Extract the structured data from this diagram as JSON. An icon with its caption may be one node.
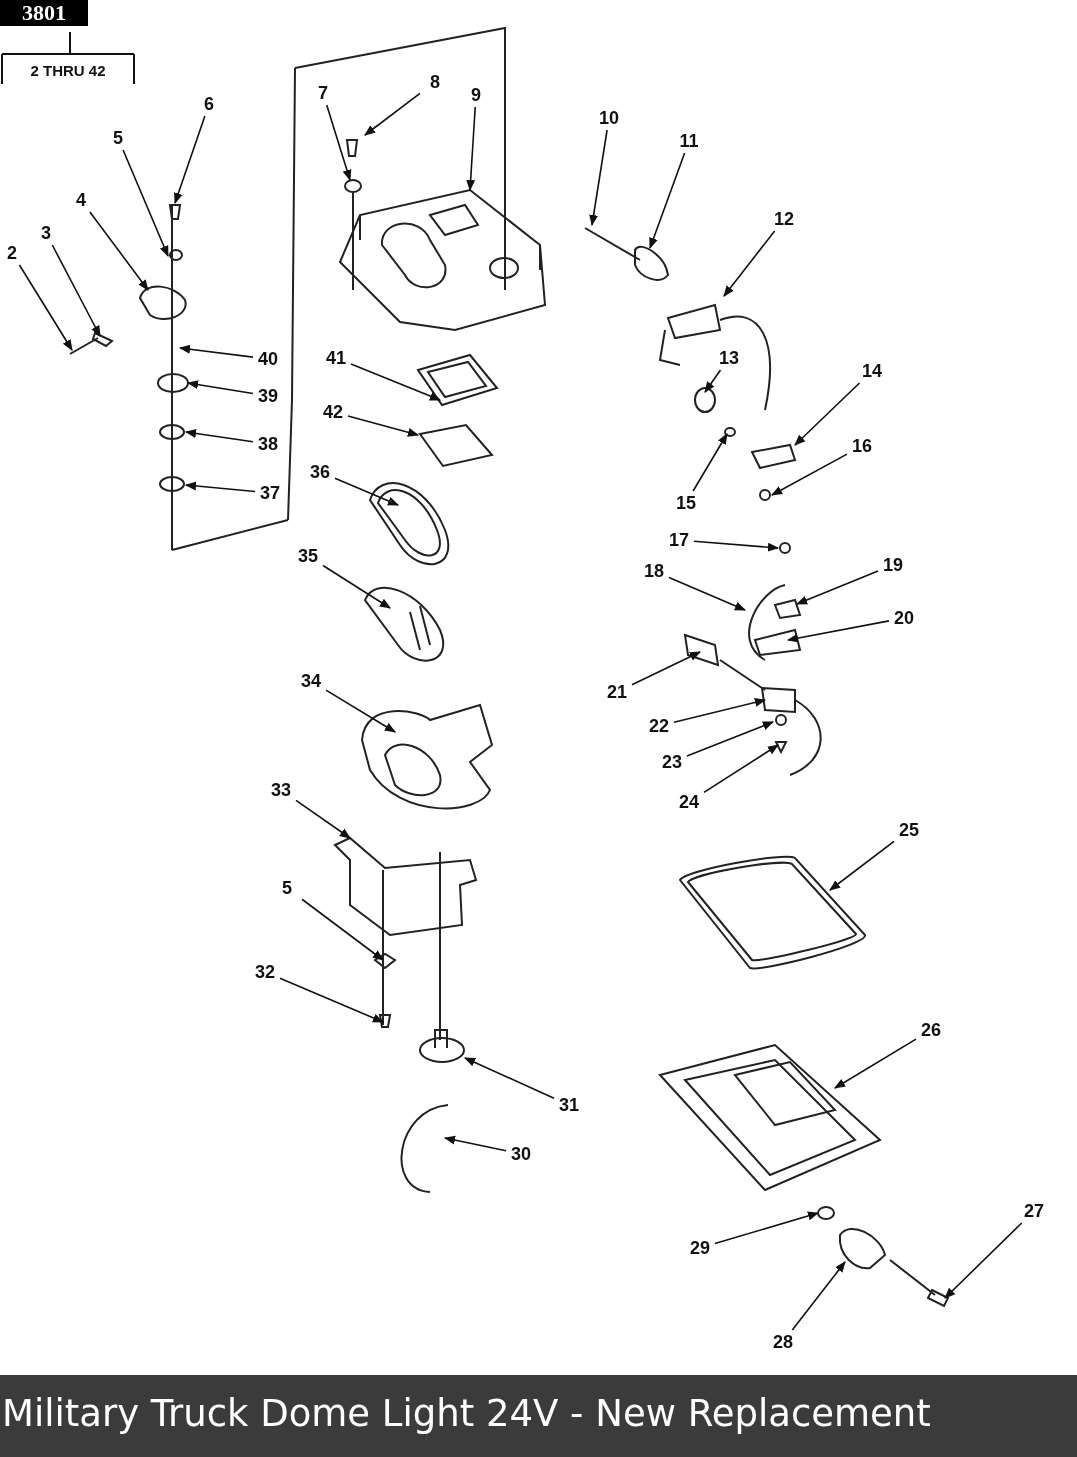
{
  "diagram": {
    "caption": "Military Truck Dome Light 24V - New Replacement",
    "nodes": [
      {
        "text": [
          "2"
        ]
      },
      {
        "text": [
          "3"
        ]
      },
      {
        "text": [
          "4"
        ]
      },
      {
        "text": [
          "5"
        ]
      },
      {
        "text": [
          "6"
        ]
      },
      {
        "text": [
          "7"
        ]
      },
      {
        "text": [
          "8"
        ]
      },
      {
        "text": [
          "9"
        ]
      },
      {
        "text": [
          "10"
        ]
      },
      {
        "text": [
          "11"
        ]
      },
      {
        "text": [
          "12"
        ]
      },
      {
        "text": [
          "13"
        ]
      },
      {
        "text": [
          "14"
        ]
      },
      {
        "text": [
          "15"
        ]
      },
      {
        "text": [
          "16"
        ]
      },
      {
        "text": [
          "17"
        ]
      },
      {
        "text": [
          "18"
        ]
      },
      {
        "text": [
          "19"
        ]
      },
      {
        "text": [
          "20"
        ]
      },
      {
        "text": [
          "21"
        ]
      },
      {
        "text": [
          "22"
        ]
      },
      {
        "text": [
          "23"
        ]
      },
      {
        "text": [
          "24"
        ]
      },
      {
        "text": [
          "25"
        ]
      },
      {
        "text": [
          "26"
        ]
      },
      {
        "text": [
          "27"
        ]
      },
      {
        "text": [
          "28"
        ]
      },
      {
        "text": [
          "29"
        ]
      },
      {
        "text": [
          "30"
        ]
      },
      {
        "text": [
          "31"
        ]
      },
      {
        "text": [
          "32"
        ]
      },
      {
        "text": [
          "33"
        ]
      },
      {
        "text": [
          "34"
        ]
      },
      {
        "text": [
          "35"
        ]
      },
      {
        "text": [
          "36"
        ]
      },
      {
        "text": [
          "37"
        ]
      },
      {
        "text": [
          "38"
        ]
      },
      {
        "text": [
          "39"
        ]
      },
      {
        "text": [
          "40"
        ]
      },
      {
        "text": [
          "41"
        ]
      },
      {
        "text": [
          "42"
        ]
      },
      {
        "text": [
          "5"
        ]
      }
    ],
    "edges": [
      {
        "from": 0,
        "to": null,
        "arrow": "to"
      },
      {
        "from": 1,
        "to": null,
        "arrow": "to"
      },
      {
        "from": 2,
        "to": null,
        "arrow": "to"
      },
      {
        "from": 3,
        "to": null,
        "arrow": "to"
      },
      {
        "from": 4,
        "to": null,
        "arrow": "to"
      },
      {
        "from": 5,
        "to": null,
        "arrow": "to"
      },
      {
        "from": 6,
        "to": null,
        "arrow": "to"
      },
      {
        "from": 7,
        "to": null,
        "arrow": "to"
      },
      {
        "from": 8,
        "to": null,
        "arrow": "to"
      },
      {
        "from": 9,
        "to": null,
        "arrow": "to"
      },
      {
        "from": 10,
        "to": null,
        "arrow": "to"
      },
      {
        "from": 11,
        "to": null,
        "arrow": "to"
      },
      {
        "from": 12,
        "to": null,
        "arrow": "to"
      },
      {
        "from": 13,
        "to": null,
        "arrow": "to"
      },
      {
        "from": 14,
        "to": null,
        "arrow": "to"
      },
      {
        "from": 15,
        "to": null,
        "arrow": "to"
      },
      {
        "from": 16,
        "to": null,
        "arrow": "to"
      },
      {
        "from": 17,
        "to": null,
        "arrow": "to"
      },
      {
        "from": 18,
        "to": null,
        "arrow": "to"
      },
      {
        "from": 19,
        "to": null,
        "arrow": "to"
      },
      {
        "from": 20,
        "to": null,
        "arrow": "to"
      },
      {
        "from": 21,
        "to": null,
        "arrow": "to"
      },
      {
        "from": 22,
        "to": null,
        "arrow": "to"
      },
      {
        "from": 23,
        "to": null,
        "arrow": "to"
      },
      {
        "from": 24,
        "to": null,
        "arrow": "to"
      },
      {
        "from": 25,
        "to": null,
        "arrow": "to"
      },
      {
        "from": 26,
        "to": null,
        "arrow": "to"
      },
      {
        "from": 27,
        "to": null,
        "arrow": "to"
      },
      {
        "from": 28,
        "to": null,
        "arrow": "to"
      },
      {
        "from": 29,
        "to": null,
        "arrow": "to"
      },
      {
        "from": 30,
        "to": null,
        "arrow": "to"
      },
      {
        "from": 31,
        "to": null,
        "arrow": "to"
      },
      {
        "from": 32,
        "to": null,
        "arrow": "to"
      },
      {
        "from": 33,
        "to": null,
        "arrow": "to"
      },
      {
        "from": 34,
        "to": null,
        "arrow": "to"
      },
      {
        "from": 35,
        "to": null,
        "arrow": "to"
      },
      {
        "from": 36,
        "to": null,
        "arrow": "to"
      },
      {
        "from": 37,
        "to": null,
        "arrow": "to"
      },
      {
        "from": 38,
        "to": null,
        "arrow": "to"
      },
      {
        "from": 39,
        "to": null,
        "arrow": "to"
      },
      {
        "from": 40,
        "to": null,
        "arrow": "to"
      },
      {
        "from": 41,
        "to": null,
        "arrow": "to"
      }
    ],
    "labels": [
      "3801",
      "2 THRU 42"
    ]
  }
}
